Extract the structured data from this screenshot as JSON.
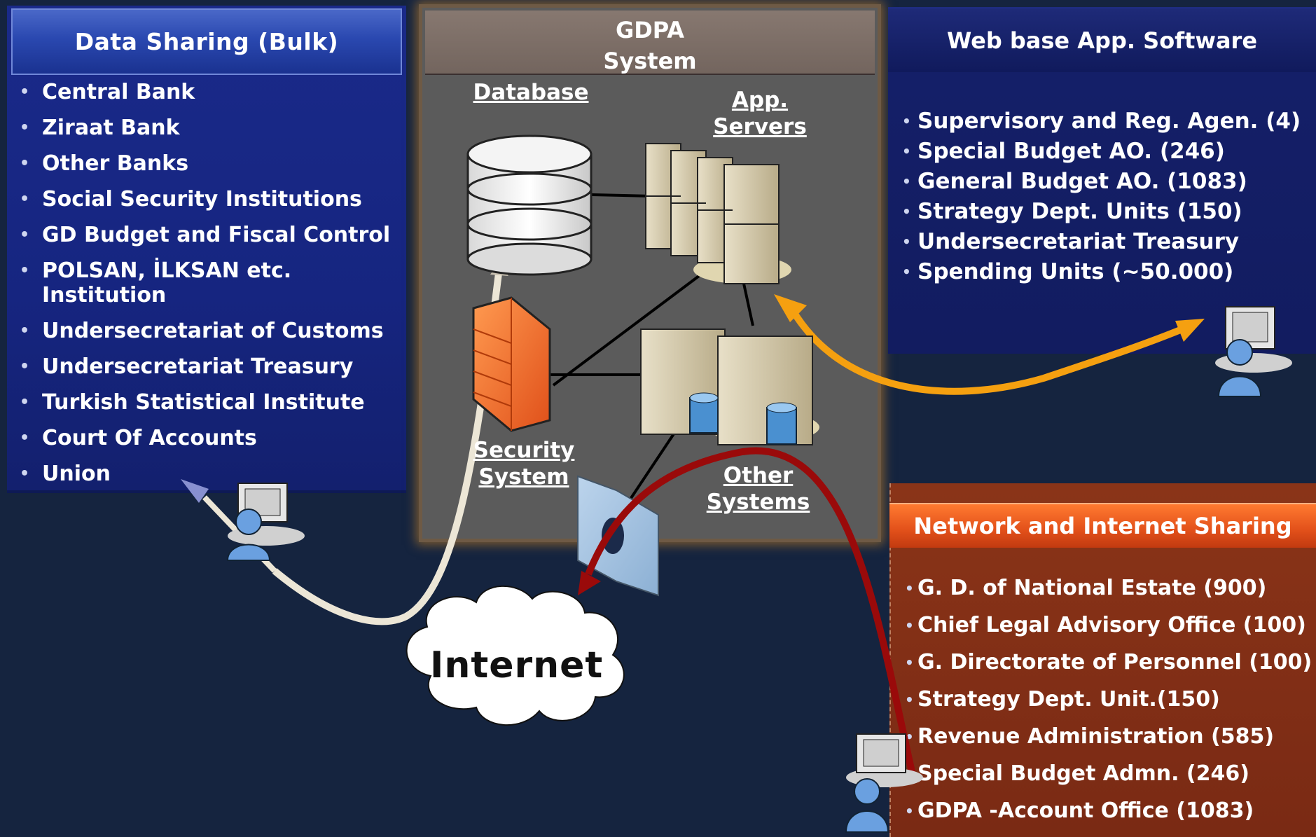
{
  "left_panel": {
    "title": "Data Sharing (Bulk)",
    "items": [
      "Central Bank",
      "Ziraat Bank",
      "Other Banks",
      "Social Security Institutions",
      "GD Budget and Fiscal Control",
      "POLSAN, İLKSAN etc. Institution",
      "Undersecretariat of Customs",
      "Undersecretariat Treasury",
      "Turkish Statistical Institute",
      "Court Of Accounts",
      "Union"
    ]
  },
  "center_panel": {
    "title_line1": "GDPA",
    "title_line2": "System",
    "database_label": "Database",
    "app_servers_line1": "App.",
    "app_servers_line2": "Servers",
    "security_line1": "Security",
    "security_line2": "System",
    "other_line1": "Other",
    "other_line2": "Systems"
  },
  "internet_label": "Internet",
  "right_top_panel": {
    "title": "Web base App. Software",
    "items": [
      "Supervisory and Reg. Agen. (4)",
      "Special Budget AO. (246)",
      "General Budget AO. (1083)",
      "Strategy Dept. Units (150)",
      "Undersecretariat Treasury",
      "Spending Units (~50.000)"
    ]
  },
  "right_bottom_panel": {
    "title": "Network and Internet Sharing",
    "items": [
      "G. D. of National Estate  (900)",
      "Chief Legal Advisory Office  (100)",
      "G. Directorate of Personnel (100)",
      "Strategy Dept. Unit.(150)",
      " Revenue Administration (585)",
      "Special Budget Admn. (246)",
      " GDPA -Account Office (1083)"
    ]
  },
  "colors": {
    "background": "#15243f",
    "left_panel": "#1a2a8a",
    "center_panel": "#5b5b5b",
    "right_top_panel": "#15206a",
    "right_bottom_panel": "#8a3418",
    "right_bottom_header": "#ff7a30",
    "arrow_web": "#f5a010",
    "arrow_network": "#9a0a0a",
    "arrow_bulk": "#ece6d6"
  },
  "icons": [
    "database-icon",
    "server-cluster-icon",
    "firewall-icon",
    "file-server-icon",
    "wall-gateway-icon",
    "cloud-icon",
    "workstation-user-icon"
  ]
}
